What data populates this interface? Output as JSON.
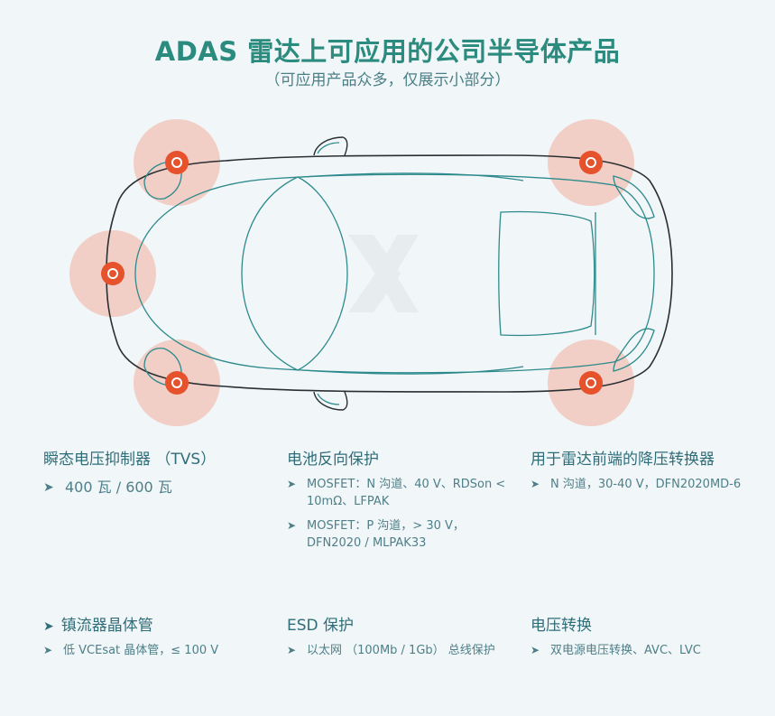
{
  "header": {
    "title": "ADAS 雷达上可应用的公司半导体产品",
    "subtitle": "（可应用产品众多，仅展示小部分）"
  },
  "colors": {
    "title": "#2a8b7e",
    "car_outline": "#2a2f33",
    "car_inner": "#2d8a8c",
    "sensor_halo": "#f1cfc6",
    "sensor": "#e5522c",
    "text": "#2f6d78"
  },
  "sensors": {
    "count": 5,
    "icon": "radar-sensor-icon"
  },
  "columns": [
    {
      "heading": "瞬态电压抑制器 （TVS）",
      "items": [
        "400 瓦 / 600 瓦"
      ]
    },
    {
      "heading": "电池反向保护",
      "items": [
        "MOSFET：N 沟道、40 V、RDSon < 10mΩ、LFPAK",
        "MOSFET：P 沟道，> 30 V，DFN2020 / MLPAK33"
      ]
    },
    {
      "heading": "用于雷达前端的降压转换器",
      "items": [
        "N 沟道，30-40 V，DFN2020MD-6"
      ]
    },
    {
      "heading": "镇流器晶体管",
      "items": [
        "低 VCEsat 晶体管，≤ 100 V"
      ]
    },
    {
      "heading": "ESD 保护",
      "items": [
        "以太网 （100Mb / 1Gb） 总线保护"
      ]
    },
    {
      "heading": "电压转换",
      "items": [
        "双电源电压转换、AVC、LVC"
      ]
    }
  ]
}
